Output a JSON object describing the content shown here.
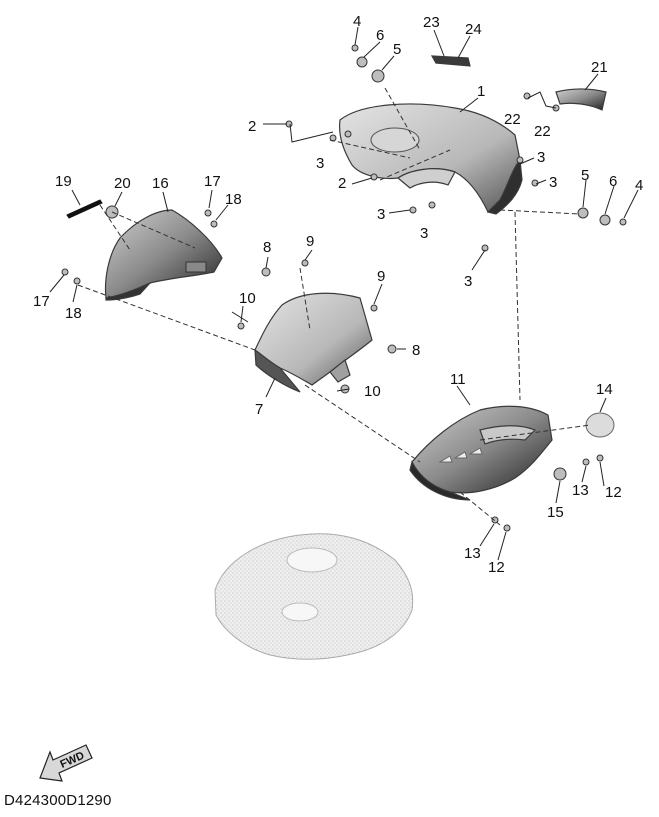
{
  "diagram": {
    "code": "D424300D1290",
    "fwd_label": "FWD",
    "callouts": [
      {
        "id": "c4a",
        "text": "4"
      },
      {
        "id": "c6a",
        "text": "6"
      },
      {
        "id": "c5a",
        "text": "5"
      },
      {
        "id": "c23",
        "text": "23"
      },
      {
        "id": "c24",
        "text": "24"
      },
      {
        "id": "c21",
        "text": "21"
      },
      {
        "id": "c1",
        "text": "1"
      },
      {
        "id": "c22a",
        "text": "22"
      },
      {
        "id": "c22b",
        "text": "22"
      },
      {
        "id": "c2a",
        "text": "2"
      },
      {
        "id": "c3a",
        "text": "3"
      },
      {
        "id": "c3b",
        "text": "3"
      },
      {
        "id": "c3c",
        "text": "3"
      },
      {
        "id": "c2b",
        "text": "2"
      },
      {
        "id": "c3d",
        "text": "3"
      },
      {
        "id": "c3e",
        "text": "3"
      },
      {
        "id": "c3f",
        "text": "3"
      },
      {
        "id": "c5b",
        "text": "5"
      },
      {
        "id": "c6b",
        "text": "6"
      },
      {
        "id": "c4b",
        "text": "4"
      },
      {
        "id": "c19",
        "text": "19"
      },
      {
        "id": "c20",
        "text": "20"
      },
      {
        "id": "c16",
        "text": "16"
      },
      {
        "id": "c17a",
        "text": "17"
      },
      {
        "id": "c18a",
        "text": "18"
      },
      {
        "id": "c17b",
        "text": "17"
      },
      {
        "id": "c18b",
        "text": "18"
      },
      {
        "id": "c8a",
        "text": "8"
      },
      {
        "id": "c9a",
        "text": "9"
      },
      {
        "id": "c9b",
        "text": "9"
      },
      {
        "id": "c10a",
        "text": "10"
      },
      {
        "id": "c8b",
        "text": "8"
      },
      {
        "id": "c7",
        "text": "7"
      },
      {
        "id": "c10b",
        "text": "10"
      },
      {
        "id": "c11",
        "text": "11"
      },
      {
        "id": "c14",
        "text": "14"
      },
      {
        "id": "c13a",
        "text": "13"
      },
      {
        "id": "c12a",
        "text": "12"
      },
      {
        "id": "c15",
        "text": "15"
      },
      {
        "id": "c13b",
        "text": "13"
      },
      {
        "id": "c12b",
        "text": "12"
      }
    ]
  }
}
